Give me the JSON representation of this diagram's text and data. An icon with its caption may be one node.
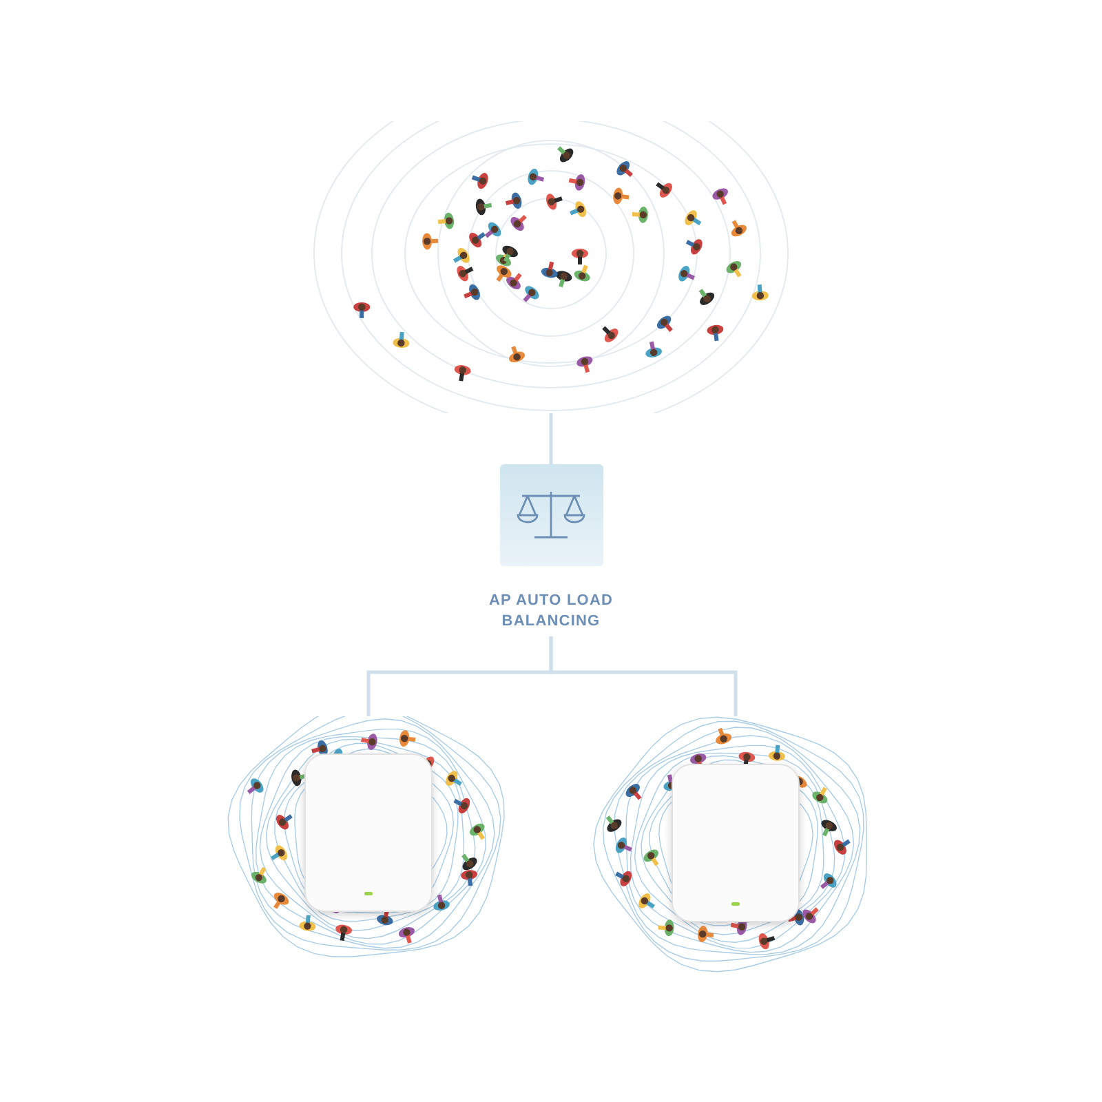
{
  "diagram": {
    "nodes": [
      {
        "text": [],
        "shape": "picture"
      },
      {
        "text": [
          "AP AUTO LOAD BALANCING"
        ]
      },
      {
        "text": [],
        "shape": "picture"
      },
      {
        "text": [],
        "shape": "picture"
      }
    ],
    "edges": [
      {
        "from": 0,
        "to": 1,
        "arrow": "none"
      },
      {
        "from": 1,
        "to": 2,
        "arrow": "none"
      },
      {
        "from": 1,
        "to": 3,
        "arrow": "none"
      }
    ]
  }
}
